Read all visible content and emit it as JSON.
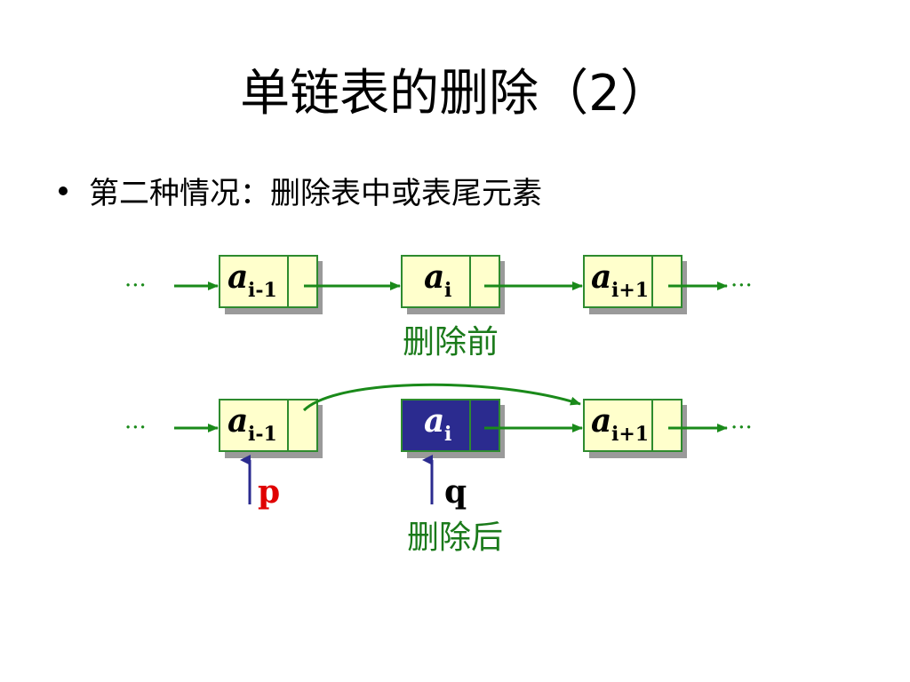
{
  "slide": {
    "title": "单链表的删除（2）",
    "bullet": "第二种情况：删除表中或表尾元素"
  },
  "diagram": {
    "ellipsis": "···",
    "node_var": "a",
    "nodes_before": [
      {
        "sub": "i-1",
        "highlighted": false
      },
      {
        "sub": "i",
        "highlighted": false
      },
      {
        "sub": "i+1",
        "highlighted": false
      }
    ],
    "nodes_after": [
      {
        "sub": "i-1",
        "highlighted": false
      },
      {
        "sub": "i",
        "highlighted": true
      },
      {
        "sub": "i+1",
        "highlighted": false
      }
    ],
    "caption_before": "删除前",
    "caption_after": "删除后",
    "pointer_p": "p",
    "pointer_q": "q"
  },
  "colors": {
    "node_fill": "#ffffcc",
    "node_border": "#2e8b2e",
    "node_shadow": "#9a9a9a",
    "highlight_fill": "#2b2b8f",
    "arrow": "#1a8a1a",
    "caption": "#1a7a1a",
    "pointer_arrow": "#2b2b8f",
    "p_color": "#e00000",
    "q_color": "#000000"
  }
}
